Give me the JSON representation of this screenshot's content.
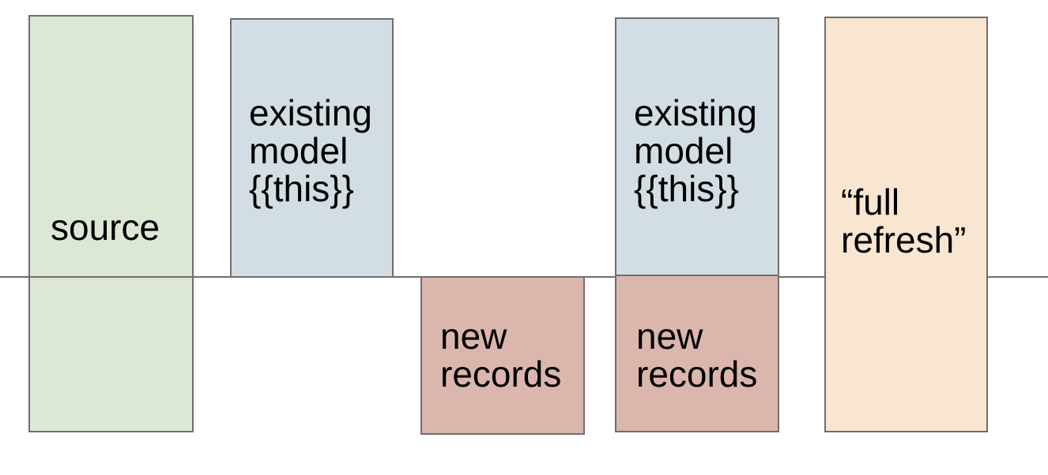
{
  "canvas": {
    "background": "#ffffff",
    "divider_line_color": "#6e6e6e",
    "box_border_color": "#6e6e6e",
    "text_color": "#000000"
  },
  "boxes": [
    {
      "name": "source",
      "label": "source",
      "fill": "#dce8d4"
    },
    {
      "name": "existing-model-1",
      "label": "existing\nmodel\n{{this}}",
      "fill": "#d2dee3"
    },
    {
      "name": "new-records-1",
      "label": "new\nrecords",
      "fill": "#dbb6ad"
    },
    {
      "name": "existing-model-2",
      "label": "existing\nmodel\n{{this}}",
      "fill": "#d2dee3"
    },
    {
      "name": "new-records-2",
      "label": "new\nrecords",
      "fill": "#dbb6ad"
    },
    {
      "name": "full-refresh",
      "label": "“full\nrefresh”",
      "fill": "#f8e6d1"
    }
  ]
}
